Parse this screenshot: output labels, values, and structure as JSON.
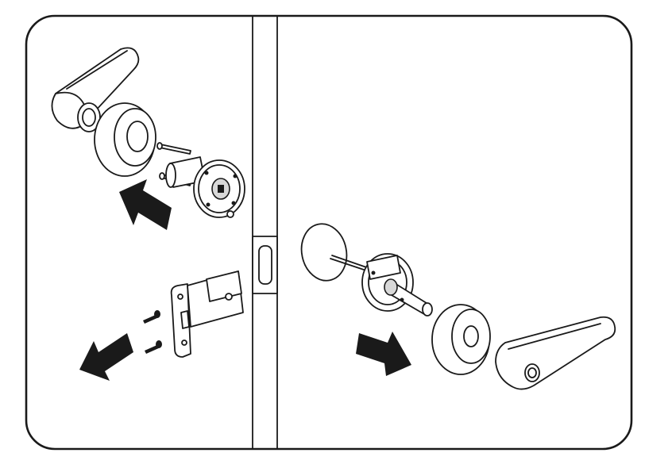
{
  "figure": {
    "kind": "assembly-instruction-illustration",
    "colors": {
      "line": "#1a1a1a",
      "background": "#ffffff",
      "arrow_fill": "#1a1a1a"
    },
    "icons": [
      "outer-lever-handle",
      "outer-rose",
      "mounting-screws",
      "outer-chassis",
      "latch-bolt",
      "latch-screws",
      "inner-rose-plate",
      "inner-chassis",
      "inner-rose",
      "inner-lever-handle",
      "direction-arrow"
    ]
  }
}
